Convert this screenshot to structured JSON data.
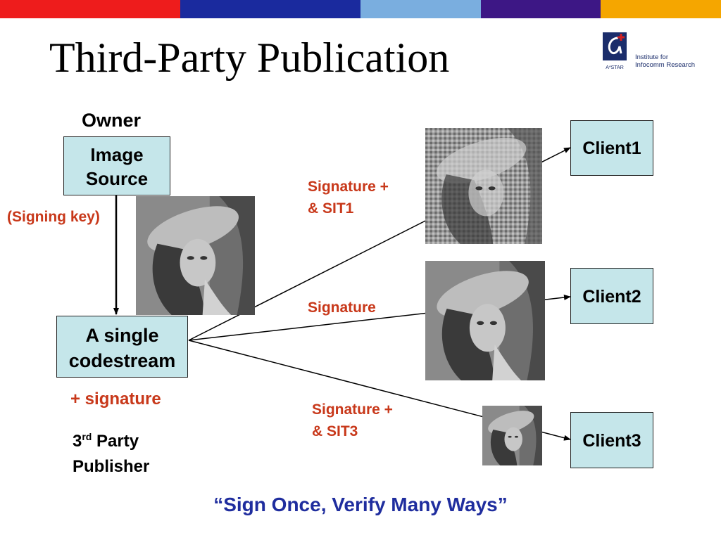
{
  "colors": {
    "stripes": [
      "#ee1c1c",
      "#1a2a9e",
      "#7aaedf",
      "#3d1785",
      "#f5a600"
    ],
    "box_fill": "#c5e6ea",
    "accent_red": "#c8381a",
    "tagline_blue": "#1f2d9e",
    "logo_blue": "#1b2d6b",
    "logo_red": "#d42020"
  },
  "header": {
    "title": "Third-Party Publication"
  },
  "logo": {
    "line1": "Institute for",
    "line2": "Infocomm Research",
    "org": "A*STAR"
  },
  "owner": {
    "heading": "Owner",
    "box_line1": "Image",
    "box_line2": "Source",
    "key_label": "(Signing key)"
  },
  "publisher": {
    "box_line1": "A single",
    "box_line2": "codestream",
    "signature_note": "+ signature",
    "role_prefix": "3",
    "role_sup": "rd",
    "role_suffix": " Party",
    "role_line2": "Publisher"
  },
  "clients": [
    {
      "name": "Client1",
      "edge_line1": "Signature +",
      "edge_line2": "& SIT1",
      "image": "lena-hat-photo-noisy"
    },
    {
      "name": "Client2",
      "edge_line1": "Signature",
      "edge_line2": "",
      "image": "lena-hat-photo"
    },
    {
      "name": "Client3",
      "edge_line1": "Signature +",
      "edge_line2": "& SIT3",
      "image": "lena-hat-photo-small"
    }
  ],
  "tagline": "“Sign Once, Verify Many Ways”"
}
